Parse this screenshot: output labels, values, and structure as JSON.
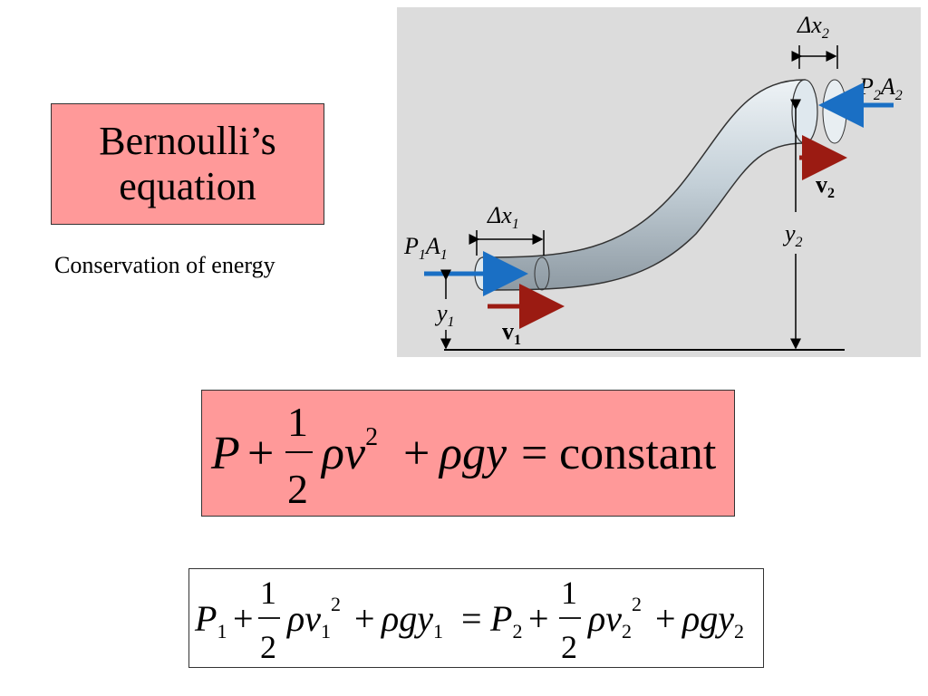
{
  "title": {
    "line1": "Bernoulli’s",
    "line2": "equation"
  },
  "subtitle": "Conservation of energy",
  "figure": {
    "labels": {
      "dx1": "Δx",
      "dx1_sub": "1",
      "dx2": "Δx",
      "dx2_sub": "2",
      "P1": "P",
      "P1_sub": "1",
      "A1": "A",
      "A1_sub": "1",
      "P2": "P",
      "P2_sub": "2",
      "A2": "A",
      "A2_sub": "2",
      "y1": "y",
      "y1_sub": "1",
      "y2": "y",
      "y2_sub": "2",
      "v1": "v",
      "v1_sub": "1",
      "v2": "v",
      "v2_sub": "2"
    },
    "colors": {
      "background": "#dcdcdc",
      "pressure_arrow": "#1a6fc4",
      "velocity_arrow": "#9b1b12",
      "pipe": "#c9d6de"
    }
  },
  "equation_main": {
    "P": "P",
    "plus1": "+",
    "num": "1",
    "den": "2",
    "rho": "ρ",
    "v": "v",
    "exp": "2",
    "plus2": "+",
    "rho2": "ρ",
    "gy": "gy",
    "eq": "=",
    "rhs": "constant"
  },
  "equation_full": {
    "P1": "P",
    "P1_sub": "1",
    "plus1": "+",
    "num1": "1",
    "den1": "2",
    "rho1": "ρ",
    "v1": "v",
    "v1_sub": "1",
    "v1_exp": "2",
    "plus2": "+",
    "rho1b": "ρ",
    "gy1": "gy",
    "gy1_sub": "1",
    "eq": "=",
    "P2": "P",
    "P2_sub": "2",
    "plus3": "+",
    "num2": "1",
    "den2": "2",
    "rho2": "ρ",
    "v2": "v",
    "v2_sub": "2",
    "v2_exp": "2",
    "plus4": "+",
    "rho2b": "ρ",
    "gy2": "gy",
    "gy2_sub": "2"
  }
}
